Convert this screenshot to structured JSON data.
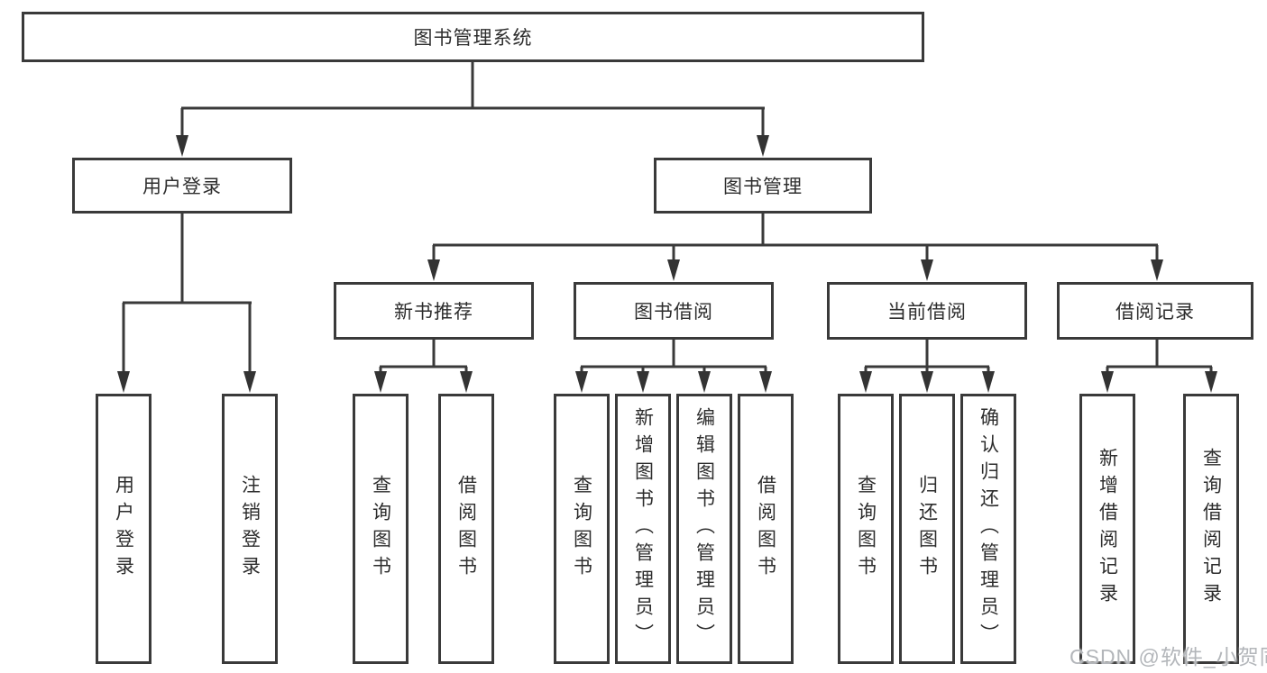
{
  "nodes": {
    "root": {
      "label": "图书管理系统"
    },
    "level1": [
      {
        "label": "用户登录"
      },
      {
        "label": "图书管理"
      }
    ],
    "level2": [
      {
        "label": "新书推荐",
        "parent": "图书管理"
      },
      {
        "label": "图书借阅",
        "parent": "图书管理"
      },
      {
        "label": "当前借阅",
        "parent": "图书管理"
      },
      {
        "label": "借阅记录",
        "parent": "图书管理"
      }
    ],
    "level3": [
      {
        "label": "用户登录",
        "parent": "用户登录"
      },
      {
        "label": "注销登录",
        "parent": "用户登录"
      },
      {
        "label": "查询图书",
        "parent": "新书推荐"
      },
      {
        "label": "借阅图书",
        "parent": "新书推荐"
      },
      {
        "label": "查询图书",
        "parent": "图书借阅"
      },
      {
        "label": "新增图书（管理员）",
        "parent": "图书借阅"
      },
      {
        "label": "编辑图书（管理员）",
        "parent": "图书借阅"
      },
      {
        "label": "借阅图书",
        "parent": "图书借阅"
      },
      {
        "label": "查询图书",
        "parent": "当前借阅"
      },
      {
        "label": "归还图书",
        "parent": "当前借阅"
      },
      {
        "label": "确认归还（管理员）",
        "parent": "当前借阅"
      },
      {
        "label": "新增借阅记录",
        "parent": "借阅记录"
      },
      {
        "label": "查询借阅记录",
        "parent": "借阅记录"
      }
    ]
  },
  "watermark": {
    "text": "CSDN @软件_小贺同学"
  },
  "colors": {
    "line": "#3a3a3a",
    "box_border": "#3a3a3a",
    "text": "#2d2d2d",
    "watermark": "#b3b6ba",
    "background": "#ffffff"
  }
}
